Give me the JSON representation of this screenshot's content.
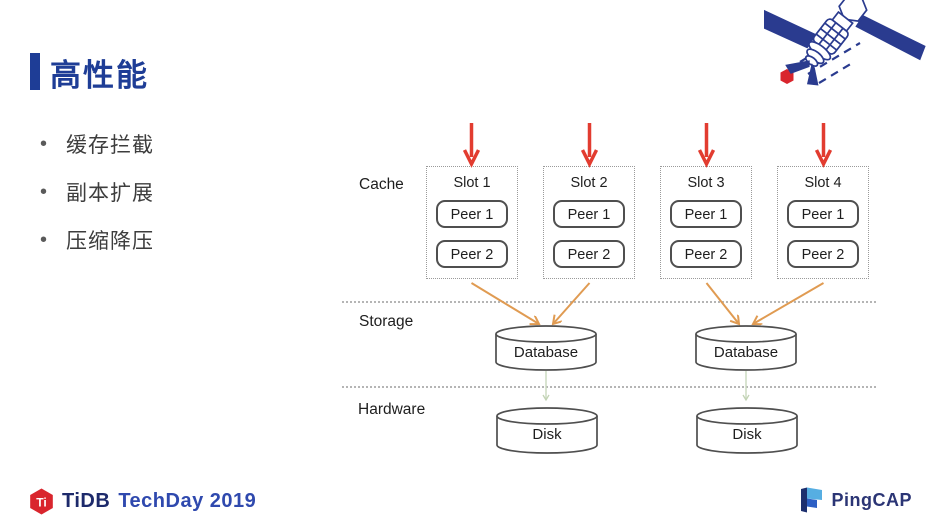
{
  "slide": {
    "title": "高性能",
    "bullets": [
      "缓存拦截",
      "副本扩展",
      "压缩降压"
    ]
  },
  "diagram": {
    "row_labels": {
      "cache": "Cache",
      "storage": "Storage",
      "hardware": "Hardware"
    },
    "slots": [
      {
        "label": "Slot 1",
        "peers": [
          "Peer 1",
          "Peer 2"
        ]
      },
      {
        "label": "Slot 2",
        "peers": [
          "Peer 1",
          "Peer 2"
        ]
      },
      {
        "label": "Slot 3",
        "peers": [
          "Peer 1",
          "Peer 2"
        ]
      },
      {
        "label": "Slot 4",
        "peers": [
          "Peer 1",
          "Peer 2"
        ]
      }
    ],
    "databases": [
      "Database",
      "Database"
    ],
    "disks": [
      "Disk",
      "Disk"
    ]
  },
  "footer": {
    "tidb_logo_monogram": "Ti",
    "tidb_brand": "TiDB",
    "tidb_event": "TechDay 2019",
    "pingcap_brand": "PingCAP"
  },
  "icons": {
    "corner_art": "satellite-icon",
    "tidb_mark": "tidb-cube-icon",
    "pingcap_mark": "pingcap-flag-icon"
  },
  "colors": {
    "title_blue": "#1e3d96",
    "red_arrow": "#e23c30",
    "orange_arrow": "#e09b52",
    "db_disk_connector": "#c9d8bd",
    "dotted_line_gray": "#b5b5b5",
    "tidb_red": "#d9252d",
    "tidb_navy": "#1d2a6b",
    "techday_blue": "#2f49ae",
    "pingcap_navy": "#2b3575",
    "satellite_blue": "#2a3b8f"
  }
}
